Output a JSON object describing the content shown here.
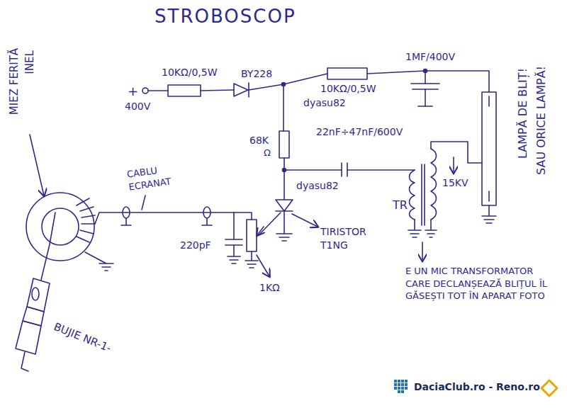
{
  "diagram": {
    "title": "STROBOSCOP",
    "labels": [
      "+",
      "400V",
      "10KΩ/0,5W",
      "BY228",
      "10KΩ/0,5W",
      "dyasu82",
      "1MF/400V",
      "22nF÷47nF/600V",
      "68K",
      "Ω",
      "dyasu82",
      "TIRISTOR T1NG",
      "TR",
      "15KV",
      "LAMPĂ DE BLIȚ!",
      "SAU ORICE LAMPĂ!",
      "MIEZ FERITĂ",
      "INEL",
      "CABLU ECRANAT",
      "220pF",
      "1KΩ",
      "BUJIE NR-1-",
      "E UN MIC TRANSFORMATOR CARE DECLANȘEAZĂ BLIȚUL ÎL GĂSEȘTI TOT ÎN APARAT FOTO",
      "DaciaClub.ro - Reno.ro"
    ]
  }
}
